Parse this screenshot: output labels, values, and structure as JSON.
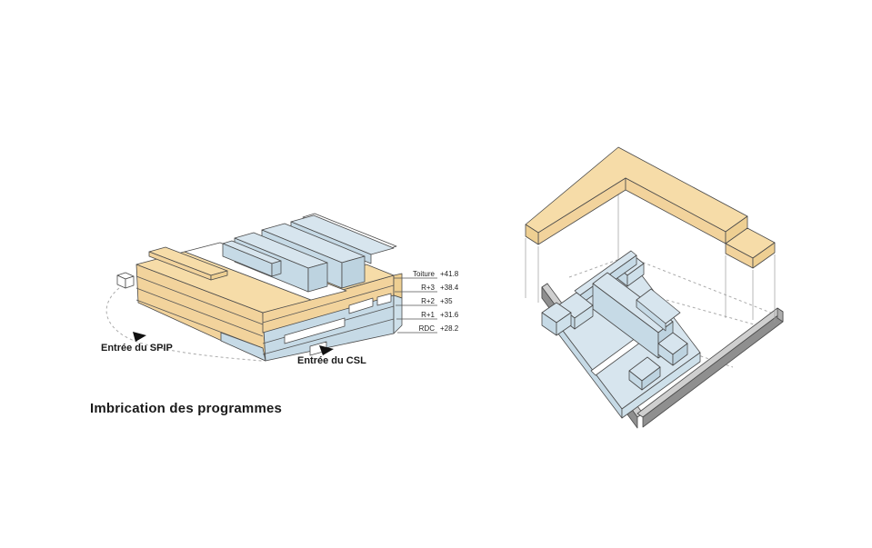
{
  "page": {
    "background": "#ffffff"
  },
  "left_diagram": {
    "caption": "Imbrication des programmes",
    "entrance_spip_label": "Entrée du SPIP",
    "entrance_csl_label": "Entrée du CSL",
    "legend_levels": [
      {
        "name": "Toiture",
        "value": "+41.8"
      },
      {
        "name": "R+3",
        "value": "+38.4"
      },
      {
        "name": "R+2",
        "value": "+35"
      },
      {
        "name": "R+1",
        "value": "+31.6"
      },
      {
        "name": "RDC",
        "value": "+28.2"
      }
    ]
  },
  "colors": {
    "yellow-top": "#F6DCA8",
    "yellow-front": "#F2D39C",
    "yellow-side": "#EECF92",
    "blue-top": "#D7E5EE",
    "blue-front": "#C6DAE6",
    "blue-side": "#CEE0EA",
    "blue-dark": "#BDD3E0",
    "gray-light": "#CFCFCF",
    "gray-mid": "#ADADAD",
    "gray-dark": "#8F8F8F",
    "line": "#4A4A4A",
    "dash": "#ABABAB",
    "text": "#1A1A1A"
  }
}
